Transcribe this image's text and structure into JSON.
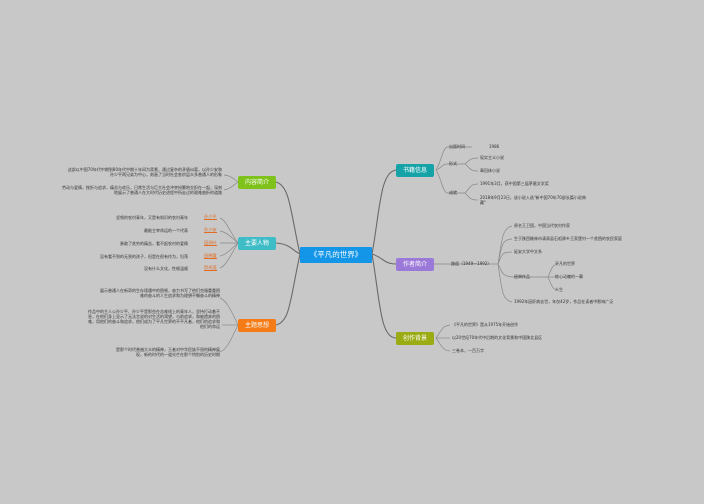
{
  "center": {
    "title": "《平凡的世界》",
    "color": "#1396e8"
  },
  "right": {
    "book_info": {
      "label": "书籍信息",
      "color": "#16a3a8",
      "publish_time": {
        "label": "出版时间",
        "value": "1986"
      },
      "form": {
        "label": "形式",
        "items": [
          "现实主义小说",
          "章回体小说"
        ]
      },
      "award": {
        "label": "成就",
        "items": [
          "1991年3月，获中国第三届茅盾文学奖",
          "2018年9月23日，该小说入选\"新中国70年70部长篇小说典藏\""
        ]
      }
    },
    "author": {
      "label": "作者简介",
      "color": "#9b79d8",
      "name": "路遥（1949—1992）",
      "items": [
        "原名王卫国，中国当代农村作家",
        "生于陕西榆林市清涧县石咀驿乡王家堡村一个贫困的农民家庭",
        "延安大学中文系"
      ],
      "works_label": "经典作品",
      "works": [
        "平凡的世界",
        "惊心动魄的一幕",
        "人生"
      ],
      "last": "1992年因肝病去世，年仅42岁，作品在读者中影响广泛"
    },
    "background": {
      "label": "创作背景",
      "color": "#9aab14",
      "items": [
        "《平凡的世界》是从1975年开始创作",
        "以20世纪70年代中后期的文化背景和中国陕北县区",
        "三卷本，一百万字"
      ]
    }
  },
  "left": {
    "intro": {
      "label": "内容简介",
      "color": "#7ec21b",
      "paras": [
        "这部以中国70年代中期到80年代中期十年间为背景，通过复杂的矛盾纠葛，以孙少安和孙少平两兄弟为中心，刻画了当时社会各阶层众多普通人的形象",
        "劳动与爱情，挫折与追求，痛苦与欢乐，日常生活与巨大社会冲突纷繁地交织在一起，深刻地展示了普通人在大时代历史进程中所走过的艰难曲折的道路"
      ]
    },
    "characters": {
      "label": "主要人物",
      "color": "#3fbdc6",
      "items": [
        {
          "desc": "坚韧的农村青年，又是有知识的农村青年",
          "name": "孙少平",
          "color": "#e36a1e"
        },
        {
          "desc": "最能主宰命运的一个代表",
          "name": "孙少安",
          "color": "#e36a1e"
        },
        {
          "desc": "勇敢了贫穷的痛苦，看不起农村的爱情",
          "name": "田润叶",
          "color": "#e36a1e"
        },
        {
          "desc": "没有看不到的无畏的孩子，但是在很有作为，坦荡",
          "name": "田晓霞",
          "color": "#e36a1e"
        },
        {
          "desc": "没有什么文化，性格温顺",
          "name": "贺秀莲",
          "color": "#e36a1e"
        }
      ]
    },
    "theme": {
      "label": "主题思想",
      "color": "#f47b16",
      "paras": [
        "展示普通人在新奇的生存境遇中的困顿，奋力书写了他们克服重重困难的奋斗的人生追求和为理想不懈奋斗的精神",
        "作品中的主人公孙少平、孙少平是那些在苦难线上的青年人，坚持打动着不息，在他们身上显示了无法言说的对生活的渴望，与前追求，和被遗弃的困难，用他们的奋斗和追求，他们成为了平凡世界的不平凡者，他们的追求和他们的命运",
        "是那个时代普遍大众的精神，王者对中华民族不屈的精神展现，新的时代的一道光芒在那个特别的历史时期"
      ]
    }
  }
}
